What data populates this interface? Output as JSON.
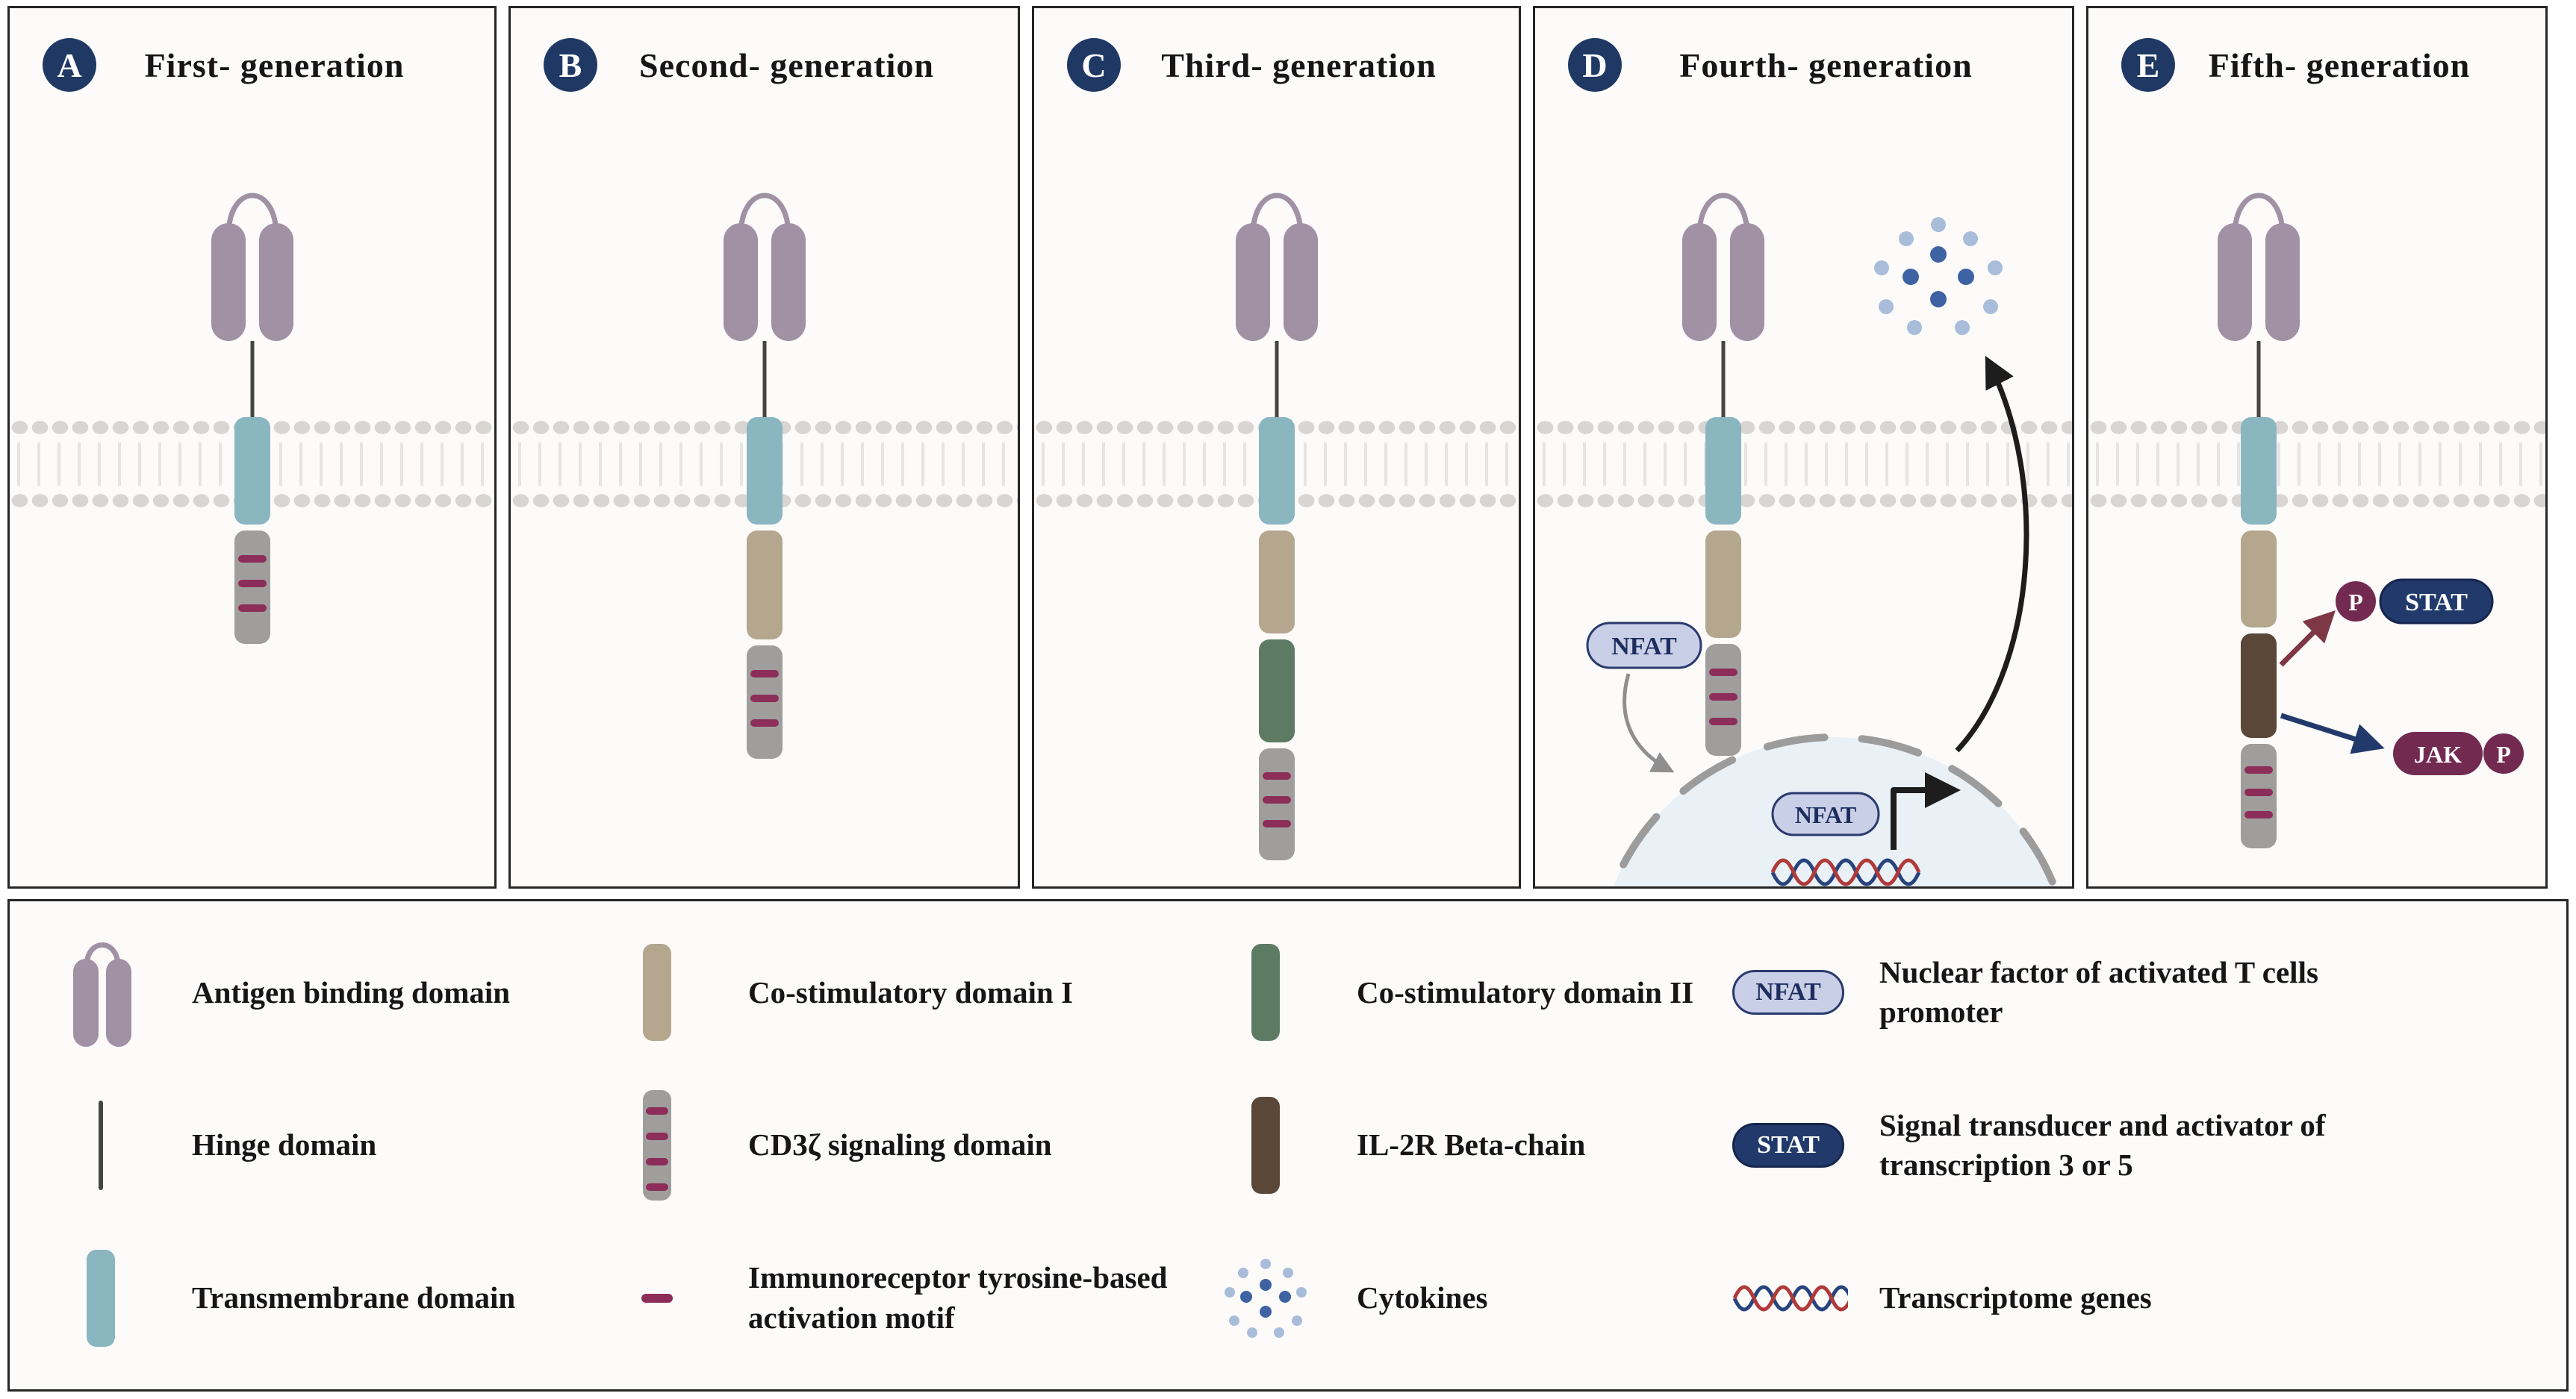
{
  "panels": [
    {
      "letter": "A",
      "title": "First- generation"
    },
    {
      "letter": "B",
      "title": "Second- generation"
    },
    {
      "letter": "C",
      "title": "Third- generation"
    },
    {
      "letter": "D",
      "title": "Fourth- generation"
    },
    {
      "letter": "E",
      "title": "Fifth- generation"
    }
  ],
  "panel_d": {
    "nfat_membrane": "NFAT",
    "nfat_nucleus": "NFAT"
  },
  "panel_e": {
    "p_stat": "P",
    "stat": "STAT",
    "jak": "JAK",
    "p_jak": "P"
  },
  "legend": {
    "items": [
      {
        "label": "Antigen binding domain",
        "icon": "antigen-binding-domain"
      },
      {
        "label": "Hinge domain",
        "icon": "hinge-domain"
      },
      {
        "label": "Transmembrane domain",
        "icon": "transmembrane-domain"
      },
      {
        "label": "Co-stimulatory domain I",
        "icon": "co-stimulatory-domain-1"
      },
      {
        "label": "CD3ζ signaling domain",
        "icon": "cd3-zeta-signaling-domain"
      },
      {
        "label": "Immunoreceptor tyrosine-based activation motif",
        "icon": "itam"
      },
      {
        "label": "Co-stimulatory domain II",
        "icon": "co-stimulatory-domain-2"
      },
      {
        "label": "IL-2R Beta-chain",
        "icon": "il2r-beta-chain"
      },
      {
        "label": "Cytokines",
        "icon": "cytokines"
      },
      {
        "label": "Nuclear factor of activated T cells promoter",
        "icon": "nfat-badge",
        "badge": "NFAT"
      },
      {
        "label": "Signal transducer and activator of transcription 3 or 5",
        "icon": "stat-badge",
        "badge": "STAT"
      },
      {
        "label": "Transcriptome genes",
        "icon": "transcriptome-genes"
      }
    ]
  },
  "colors": {
    "panel_badge_navy": "#203864",
    "antigen_binding_purple": "#a191a5",
    "transmembrane_teal": "#8ab6c0",
    "costim1_tan": "#b5a68e",
    "costim2_green": "#5d7a63",
    "il2r_brown": "#5a4738",
    "cd3zeta_gray": "#a09e9d",
    "itam_maroon": "#8c2d5a",
    "nfat_fill": "#c9cfe6",
    "stat_navy": "#223a6b",
    "phospho_maroon": "#722a50",
    "cytokine_dark": "#3f62a3",
    "cytokine_light": "#a9bdda",
    "dna_red": "#b03a3a",
    "dna_blue": "#27447e"
  }
}
